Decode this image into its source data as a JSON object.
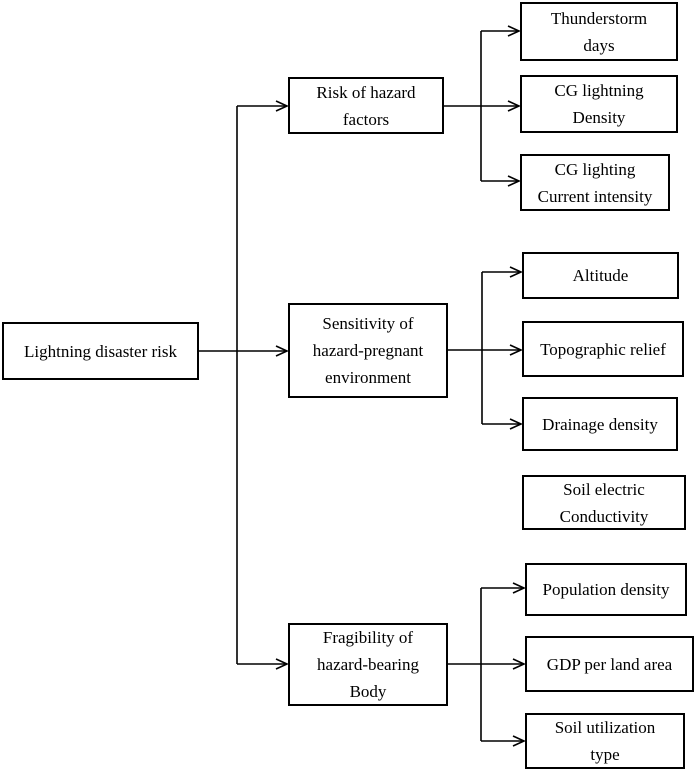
{
  "root": {
    "label": "Lightning disaster risk"
  },
  "categories": [
    {
      "label": "Risk of hazard\nfactors",
      "indicators": [
        {
          "label": "Thunderstorm\ndays"
        },
        {
          "label": "CG lightning\nDensity"
        },
        {
          "label": "CG lighting\nCurrent intensity"
        }
      ]
    },
    {
      "label": "Sensitivity of\nhazard-pregnant\nenvironment",
      "indicators": [
        {
          "label": "Altitude"
        },
        {
          "label": "Topographic relief"
        },
        {
          "label": "Drainage density"
        },
        {
          "label": "Soil electric\nConductivity"
        }
      ]
    },
    {
      "label": "Fragibility of\nhazard-bearing\nBody",
      "indicators": [
        {
          "label": "Population density"
        },
        {
          "label": "GDP per land area"
        },
        {
          "label": "Soil utilization\ntype"
        }
      ]
    }
  ]
}
